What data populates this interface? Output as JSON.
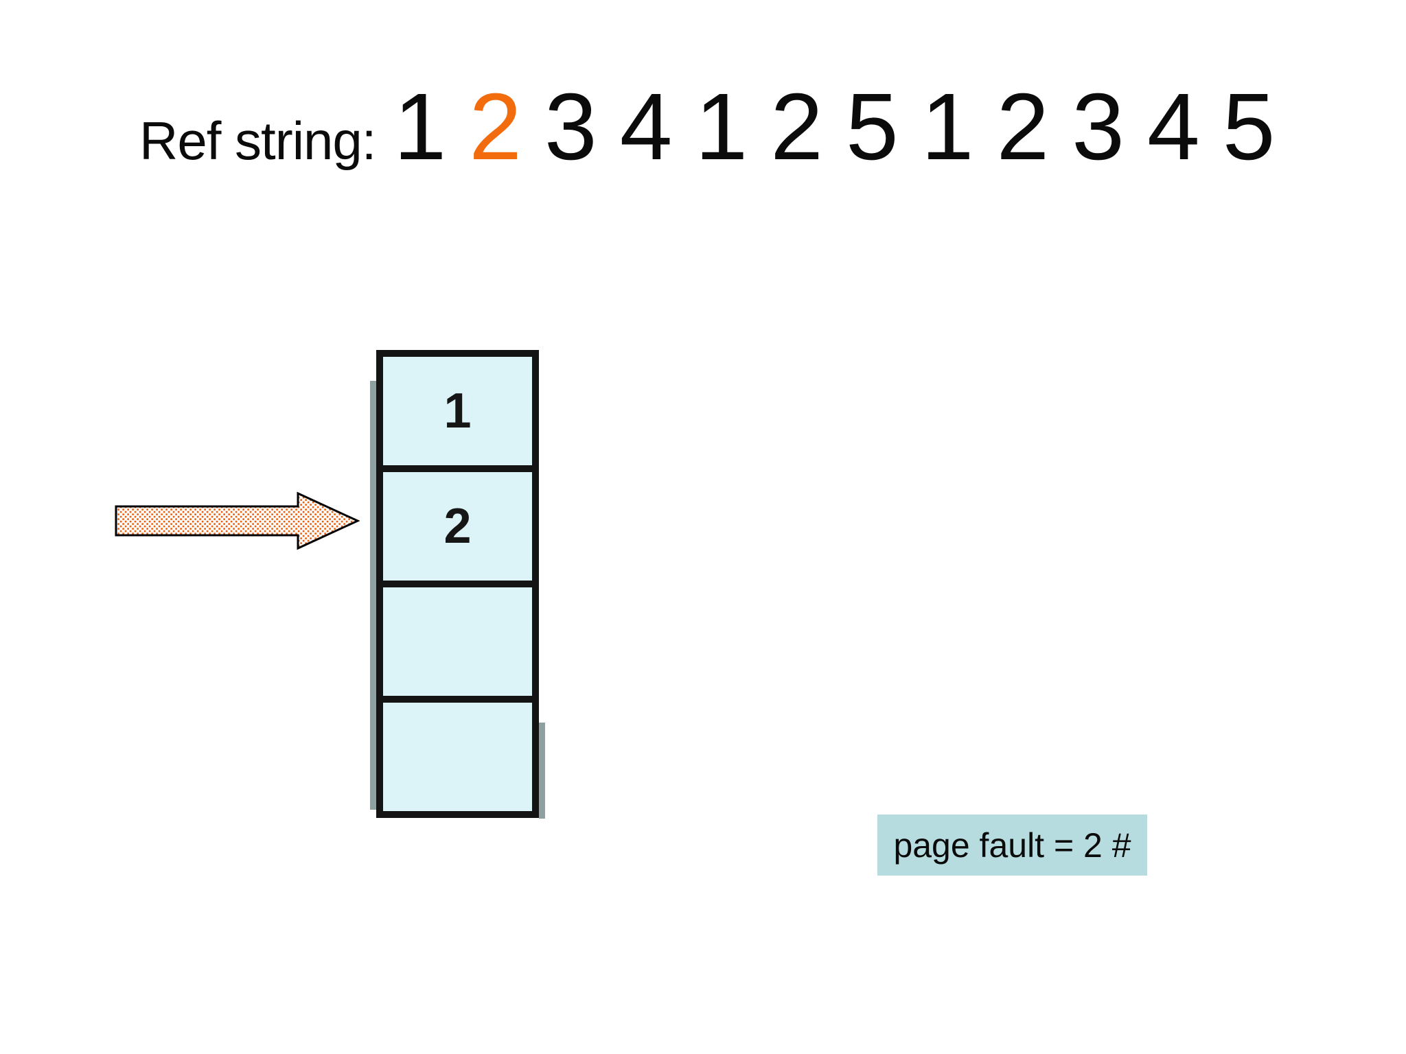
{
  "slide": {
    "ref_string": {
      "label": "Ref string:",
      "digits": [
        "1",
        "2",
        "3",
        "4",
        "1",
        "2",
        "5",
        "1",
        "2",
        "3",
        "4",
        "5"
      ],
      "highlight_index": 1,
      "highlight_color": "#F26B0D"
    },
    "frames": {
      "cells": [
        "1",
        "2",
        "",
        ""
      ],
      "fill_color": "#DCF4F8",
      "border_color": "#141414",
      "shadow_color": "#8FA0A0"
    },
    "arrow": {
      "icon": "dotted-right-arrow",
      "dot_color": "#E8600F",
      "outline_color": "#000000",
      "points_to_frame_index": 1
    },
    "page_fault": {
      "text": "page fault = 2 #",
      "bg_color": "#B7DCDF"
    }
  }
}
